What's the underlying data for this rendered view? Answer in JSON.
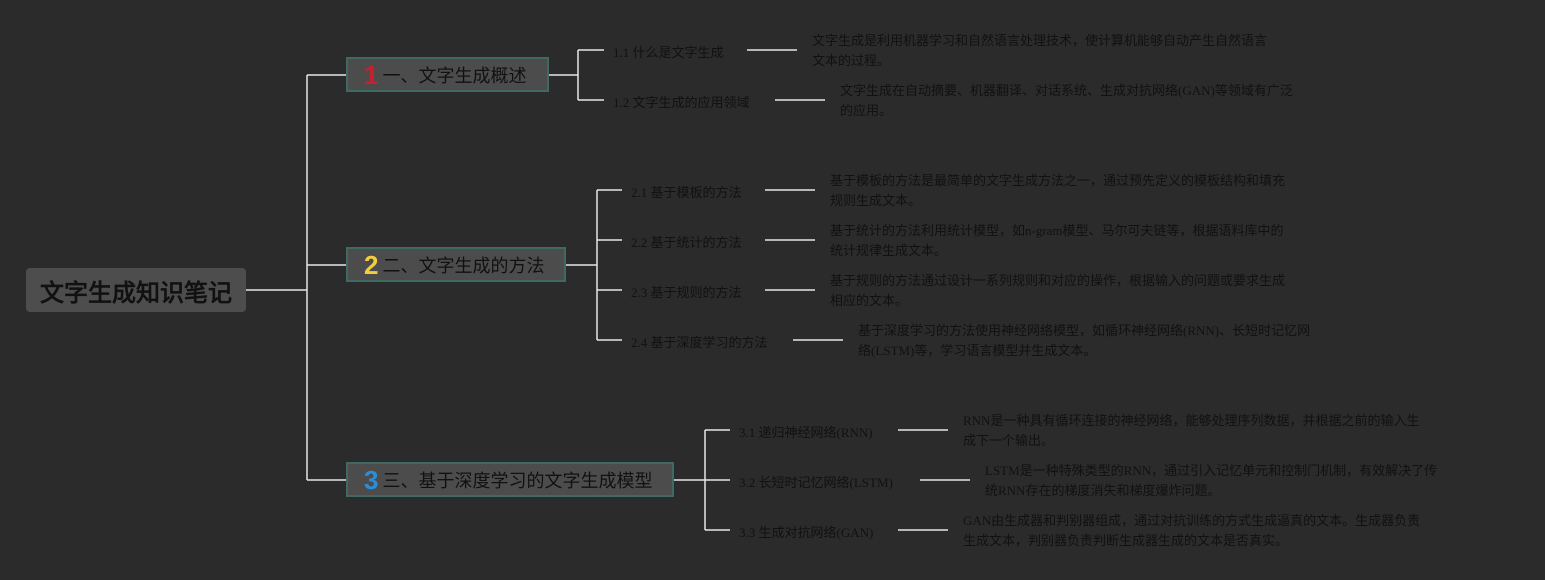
{
  "colors": {
    "background": "#2b2b2b",
    "line": "#e6e6e6",
    "text": "#111111",
    "num1": "#c8202f",
    "num2": "#f2cf3a",
    "num3": "#2a8fd8"
  },
  "root": {
    "title": "文字生成知识笔记"
  },
  "branches": [
    {
      "num": "1",
      "label": "一、文字生成概述",
      "items": [
        {
          "label": "1.1 什么是文字生成",
          "desc": [
            "文字生成是利用机器学习和自然语言处理技术，使计算机能够自动产生自然语言",
            "文本的过程。"
          ]
        },
        {
          "label": "1.2 文字生成的应用领域",
          "desc": [
            "文字生成在自动摘要、机器翻译、对话系统、生成对抗网络(GAN)等领域有广泛",
            "的应用。"
          ]
        }
      ]
    },
    {
      "num": "2",
      "label": "二、文字生成的方法",
      "items": [
        {
          "label": "2.1 基于模板的方法",
          "desc": [
            "基于模板的方法是最简单的文字生成方法之一，通过预先定义的模板结构和填充",
            "规则生成文本。"
          ]
        },
        {
          "label": "2.2 基于统计的方法",
          "desc": [
            "基于统计的方法利用统计模型，如n-gram模型、马尔可夫链等，根据语料库中的",
            "统计规律生成文本。"
          ]
        },
        {
          "label": "2.3 基于规则的方法",
          "desc": [
            "基于规则的方法通过设计一系列规则和对应的操作，根据输入的问题或要求生成",
            "相应的文本。"
          ]
        },
        {
          "label": "2.4 基于深度学习的方法",
          "desc": [
            "基于深度学习的方法使用神经网络模型，如循环神经网络(RNN)、长短时记忆网",
            "络(LSTM)等，学习语言模型并生成文本。"
          ]
        }
      ]
    },
    {
      "num": "3",
      "label": "三、基于深度学习的文字生成模型",
      "items": [
        {
          "label": "3.1 递归神经网络(RNN)",
          "desc": [
            "RNN是一种具有循环连接的神经网络，能够处理序列数据，并根据之前的输入生",
            "成下一个输出。"
          ]
        },
        {
          "label": "3.2 长短时记忆网络(LSTM)",
          "desc": [
            "LSTM是一种特殊类型的RNN，通过引入记忆单元和控制门机制，有效解决了传",
            "统RNN存在的梯度消失和梯度爆炸问题。"
          ]
        },
        {
          "label": "3.3 生成对抗网络(GAN)",
          "desc": [
            "GAN由生成器和判别器组成，通过对抗训练的方式生成逼真的文本。生成器负责",
            "生成文本，判别器负责判断生成器生成的文本是否真实。"
          ]
        }
      ]
    }
  ]
}
